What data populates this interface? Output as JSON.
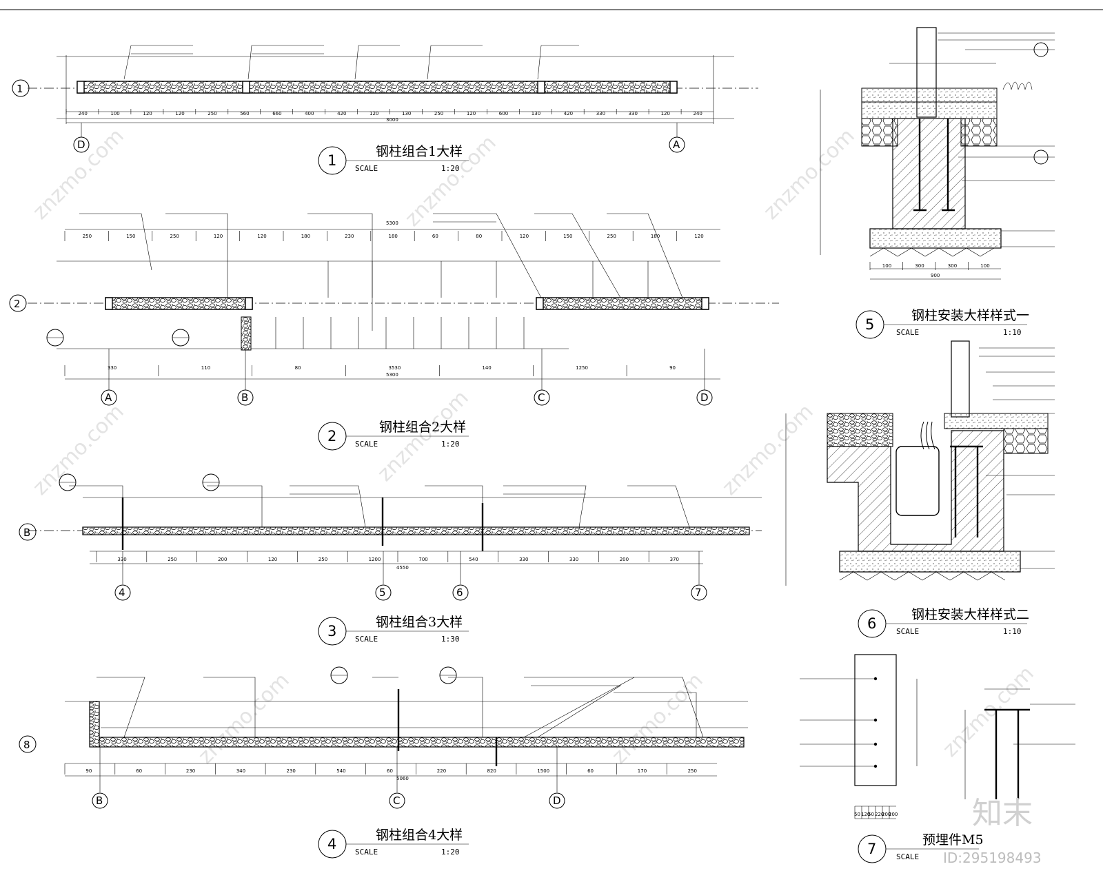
{
  "details": [
    {
      "number": "1",
      "title": "钢柱组合1大样",
      "scale_label": "SCALE",
      "scale_value": "1:20"
    },
    {
      "number": "2",
      "title": "钢柱组合2大样",
      "scale_label": "SCALE",
      "scale_value": "1:20"
    },
    {
      "number": "3",
      "title": "钢柱组合3大样",
      "scale_label": "SCALE",
      "scale_value": "1:30"
    },
    {
      "number": "4",
      "title": "钢柱组合4大样",
      "scale_label": "SCALE",
      "scale_value": "1:20"
    },
    {
      "number": "5",
      "title": "钢柱安装大样样式一",
      "scale_label": "SCALE",
      "scale_value": "1:10"
    },
    {
      "number": "6",
      "title": "钢柱安装大样样式二",
      "scale_label": "SCALE",
      "scale_value": "1:10"
    },
    {
      "number": "7",
      "title": "预埋件M5",
      "scale_label": "SCALE",
      "scale_value": ""
    }
  ],
  "axes": {
    "plan1": [
      "D",
      "A"
    ],
    "plan2": [
      "A",
      "B",
      "C",
      "D"
    ],
    "plan3": [
      "4",
      "5",
      "6",
      "7"
    ],
    "plan4": [
      "B",
      "C",
      "D"
    ],
    "row_marks": [
      "1",
      "2",
      "B",
      "8"
    ]
  },
  "dimensions": {
    "plan1": [
      "240",
      "100",
      "120",
      "120",
      "250",
      "560",
      "660",
      "400",
      "420",
      "120",
      "130",
      "250",
      "120",
      "600",
      "130",
      "420",
      "330",
      "330",
      "120",
      "240"
    ],
    "plan1_total": "3000",
    "plan2_top": [
      "250",
      "150",
      "250",
      "120",
      "120",
      "180",
      "230",
      "180",
      "60",
      "80",
      "120",
      "150",
      "250",
      "180",
      "120"
    ],
    "plan2_bottom": [
      "330",
      "110",
      "80",
      "3530",
      "140",
      "1250",
      "90"
    ],
    "plan2_total": "5300",
    "plan3": [
      "330",
      "250",
      "200",
      "120",
      "250",
      "1200",
      "700",
      "540",
      "330",
      "330",
      "200",
      "370"
    ],
    "plan3_total": "4550",
    "plan4": [
      "90",
      "60",
      "230",
      "340",
      "230",
      "540",
      "60",
      "220",
      "820",
      "1500",
      "60",
      "170",
      "250"
    ],
    "plan4_total": "5060",
    "detail5_bottom": [
      "100",
      "300",
      "300",
      "100"
    ],
    "detail5_total": "900",
    "detail7": [
      "50",
      "120",
      "50",
      "220",
      "200",
      "200"
    ]
  },
  "brand": "知末",
  "image_id": "ID:295198493",
  "watermark": "znzmo.com"
}
